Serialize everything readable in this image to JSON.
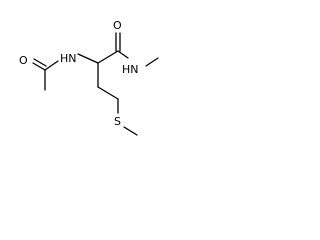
{
  "molecule": {
    "atoms": {
      "acetyl_oxygen": "O",
      "amide_nitrogen_left": "HN",
      "carbonyl_oxygen": "O",
      "amide_nitrogen_right": "HN",
      "sulfur": "S"
    }
  }
}
